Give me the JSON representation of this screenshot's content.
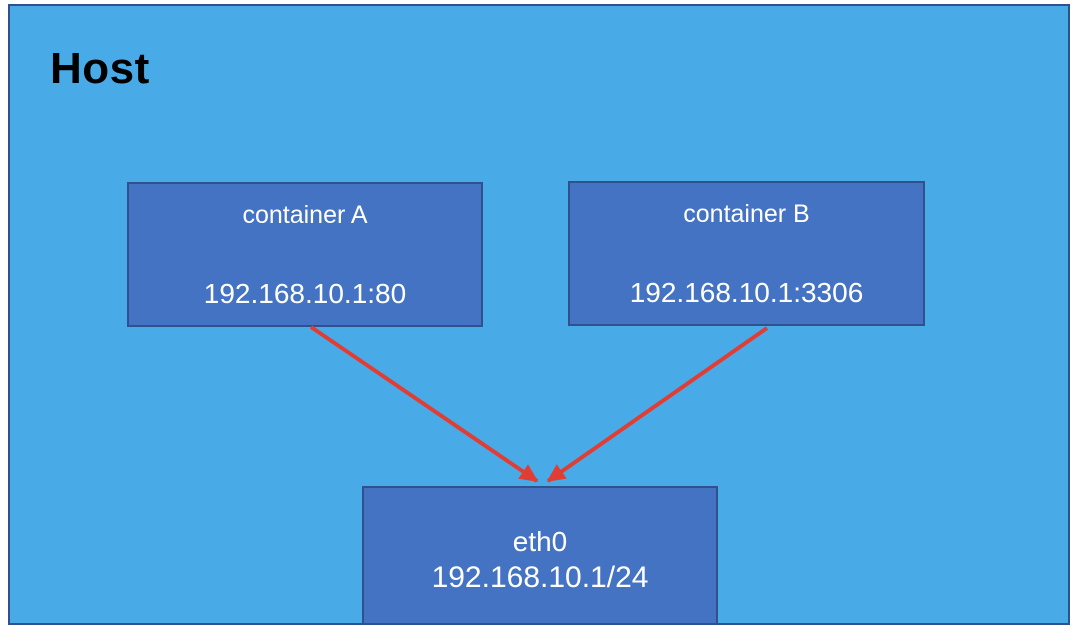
{
  "diagram": {
    "host": {
      "label": "Host"
    },
    "nodes": [
      {
        "id": "container-a",
        "title": "container A",
        "address": "192.168.10.1:80"
      },
      {
        "id": "container-b",
        "title": "container B",
        "address": "192.168.10.1:3306"
      },
      {
        "id": "eth0",
        "title": "eth0",
        "address": "192.168.10.1/24"
      }
    ],
    "edges": [
      {
        "from": "container-a",
        "to": "eth0"
      },
      {
        "from": "container-b",
        "to": "eth0"
      }
    ],
    "colors": {
      "host_fill": "#48ABE8",
      "host_border": "#31508F",
      "node_fill": "#4573C4",
      "node_border": "#2F528F",
      "arrow": "#E23D33",
      "host_label_color": "#000000",
      "node_text_color": "#FFFFFF"
    }
  }
}
